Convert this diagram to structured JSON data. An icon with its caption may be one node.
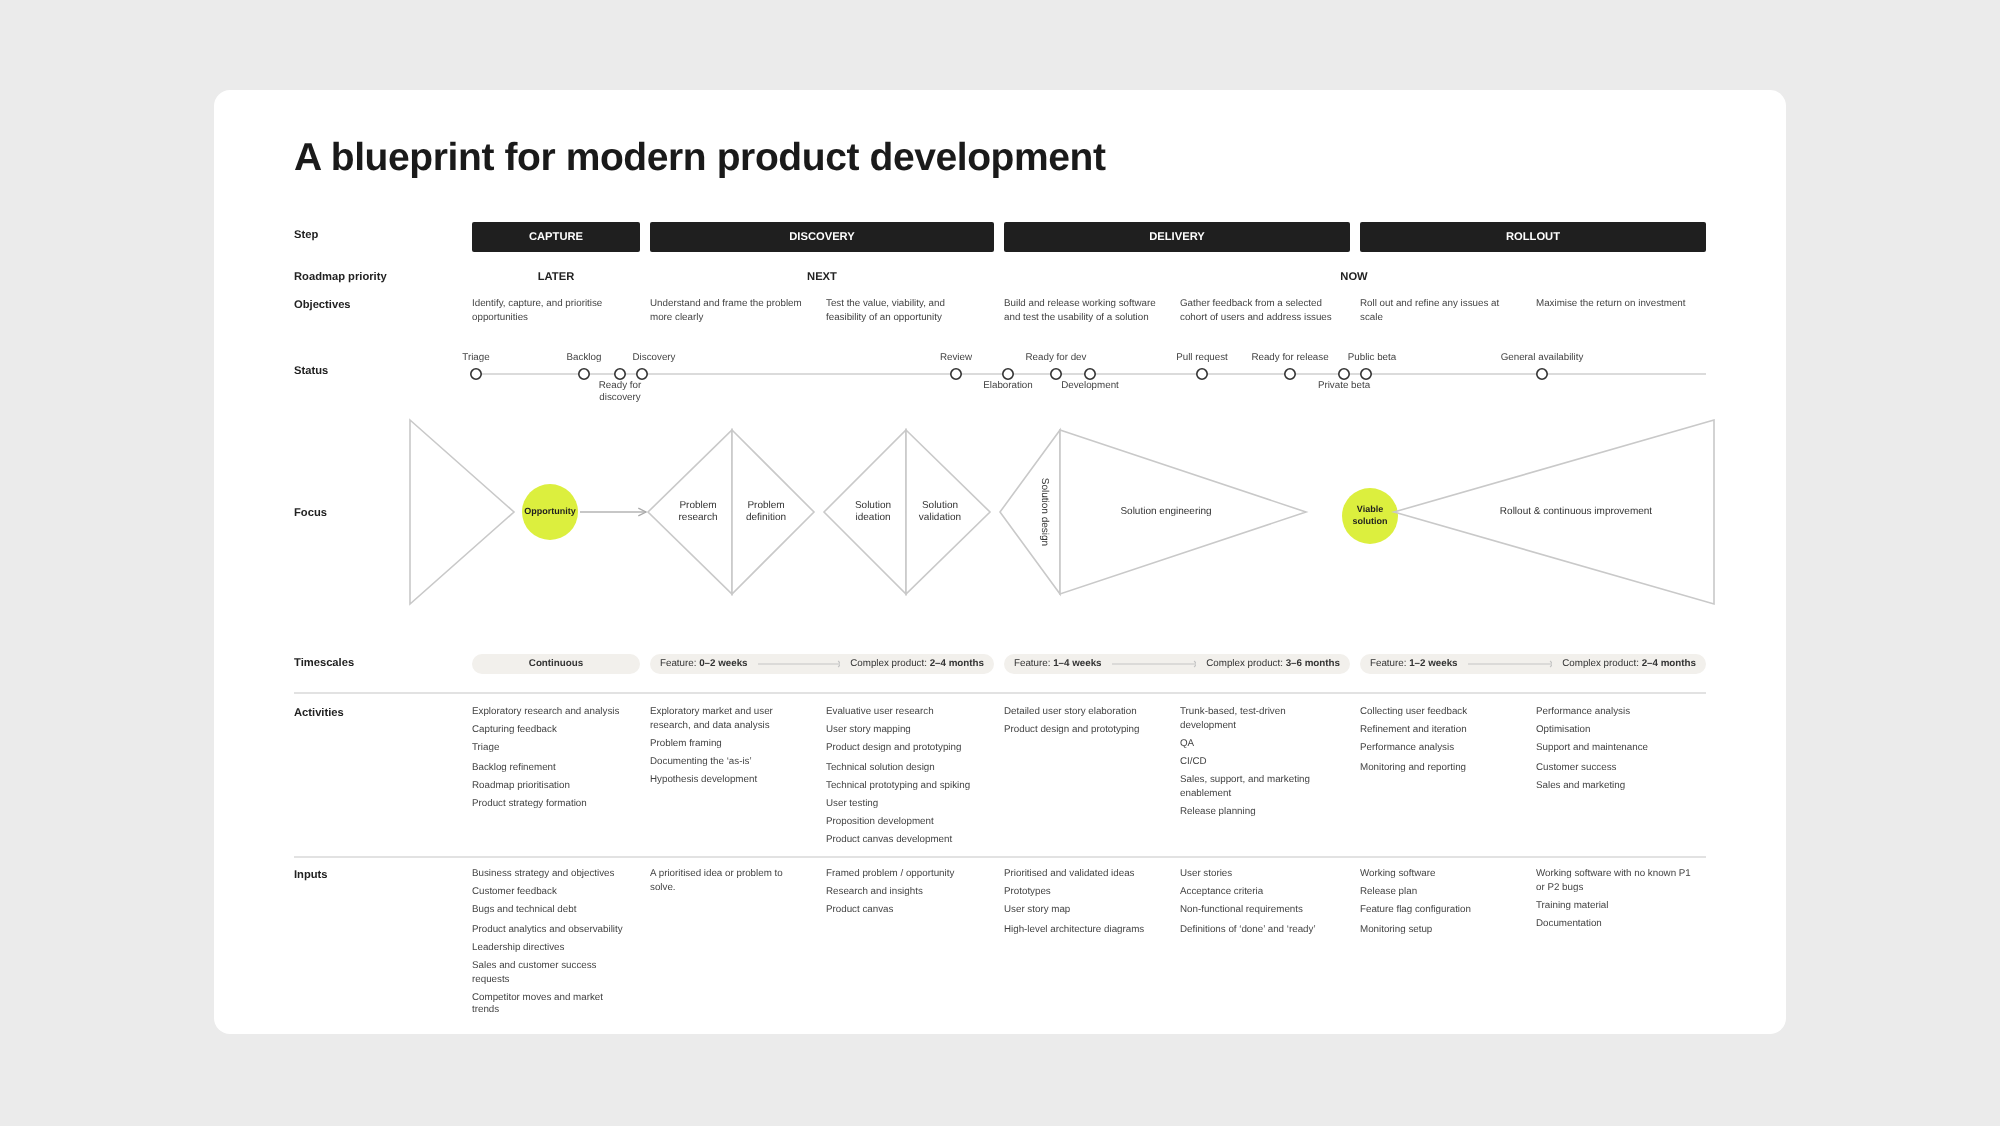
{
  "diagram": {
    "title": "A blueprint for modern product development",
    "nodes": [
      {
        "text": [
          "CAPTURE"
        ]
      },
      {
        "text": [
          "DISCOVERY"
        ]
      },
      {
        "text": [
          "DELIVERY"
        ]
      },
      {
        "text": [
          "ROLLOUT"
        ]
      },
      {
        "text": [],
        "shape": "triangle"
      },
      {
        "text": [
          "Opportunity"
        ]
      },
      {
        "text": [
          "Problem research"
        ]
      },
      {
        "text": [
          "Problem definition"
        ]
      },
      {
        "text": [
          "Solution ideation"
        ]
      },
      {
        "text": [
          "Solution validation"
        ]
      },
      {
        "text": [
          "Solution design"
        ]
      },
      {
        "text": [
          "Solution engineering"
        ]
      },
      {
        "text": [
          "Viable solution"
        ]
      },
      {
        "text": [
          "Rollout & continuous improvement"
        ]
      },
      {
        "text": [
          "Continuous"
        ]
      },
      {
        "text": [
          "Feature: **0–2 weeks**",
          "Complex product: **2–4 months**"
        ]
      },
      {
        "text": [
          "Feature: **1–4 weeks**",
          "Complex product: **3–6 months**"
        ]
      },
      {
        "text": [
          "Feature: **1–2 weeks**",
          "Complex product: **2–4 months**"
        ]
      }
    ],
    "edges": [
      {
        "from": 5,
        "to": 6,
        "arrow": "to"
      }
    ],
    "labels": [
      "Step",
      "Roadmap priority",
      "LATER",
      "NEXT",
      "NOW",
      "Objectives",
      "Identify, capture, and prioritise opportunities",
      "Understand and frame the problem more clearly",
      "Test the value, viability, and feasibility of an opportunity",
      "Build and release working software and test the usability of a solution",
      "Gather feedback from a selected cohort of users and address issues",
      "Roll out and refine any issues at scale",
      "Maximise the return on investment",
      "Status",
      "Triage",
      "Backlog",
      "Ready for discovery",
      "Discovery",
      "Review",
      "Elaboration",
      "Ready for dev",
      "Development",
      "Pull request",
      "Ready for release",
      "Private beta",
      "Public beta",
      "General availability",
      "Focus",
      "Timescales",
      "Activities",
      "Exploratory research and analysis",
      "Capturing feedback",
      "Triage",
      "Backlog refinement",
      "Roadmap prioritisation",
      "Product strategy formation",
      "Exploratory market and user research, and data analysis",
      "Problem framing",
      "Documenting the ‘as-is’",
      "Hypothesis development",
      "Evaluative user research",
      "User story mapping",
      "Product design and prototyping",
      "Technical solution design",
      "Technical prototyping and spiking",
      "User testing",
      "Proposition development",
      "Product canvas development",
      "Detailed user story elaboration",
      "Product design and prototyping",
      "Trunk-based, test-driven development",
      "QA",
      "CI/CD",
      "Sales, support, and marketing enablement",
      "Release planning",
      "Collecting user feedback",
      "Refinement and iteration",
      "Performance analysis",
      "Monitoring and reporting",
      "Performance analysis",
      "Optimisation",
      "Support and maintenance",
      "Customer success",
      "Sales and marketing",
      "Inputs",
      "Business strategy and objectives",
      "Customer feedback",
      "Bugs and technical debt",
      "Product analytics and observability",
      "Leadership directives",
      "Sales and customer success requests",
      "Competitor moves and market trends",
      "A prioritised idea or problem to solve.",
      "Framed problem / opportunity",
      "Research and insights",
      "Product canvas",
      "Prioritised and validated ideas",
      "Prototypes",
      "User story map",
      "High-level architecture diagrams",
      "User stories",
      "Acceptance criteria",
      "Non-functional requirements",
      "Definitions of ‘done’ and ‘ready’",
      "Working software",
      "Release plan",
      "Feature flag configuration",
      "Monitoring setup",
      "Working software with no known P1 or P2 bugs",
      "Training material",
      "Documentation"
    ]
  }
}
